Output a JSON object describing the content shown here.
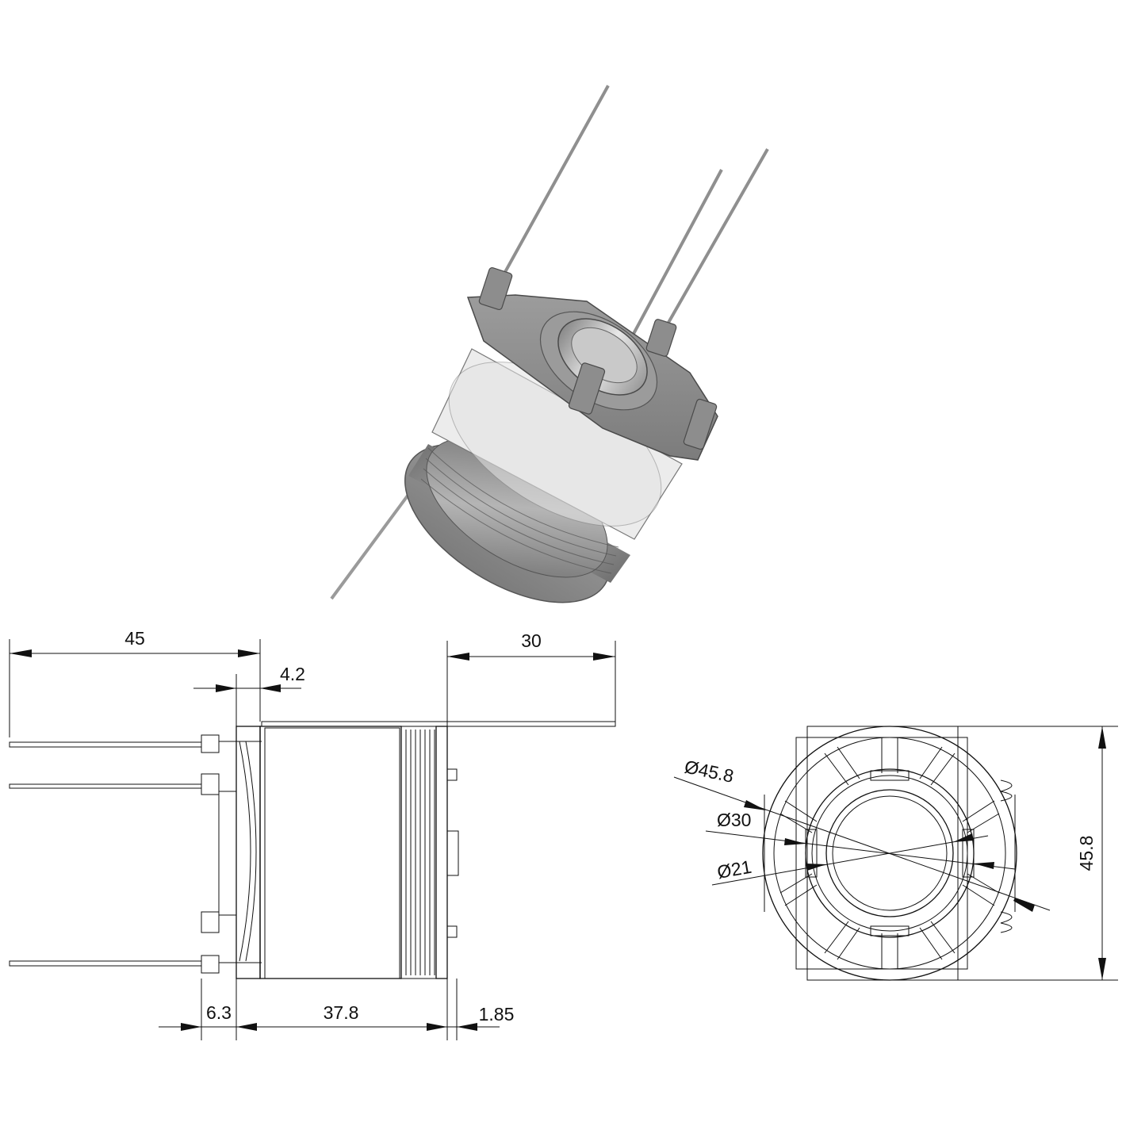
{
  "drawing": {
    "side_view": {
      "overall_length": "45",
      "tab_offset": "4.2",
      "terminal_extension": "30",
      "flange_width": "6.3",
      "winding_length": "37.8",
      "end_flange": "1.85"
    },
    "end_view": {
      "outer_diameter": "Ø45.8",
      "mid_diameter": "Ø30",
      "bore_diameter": "Ø21",
      "overall_height": "45.8"
    }
  },
  "colors": {
    "line": "#111111",
    "plastic": "#8c8c8c",
    "paper": "#ececec",
    "wire": "#9a9a9a"
  }
}
